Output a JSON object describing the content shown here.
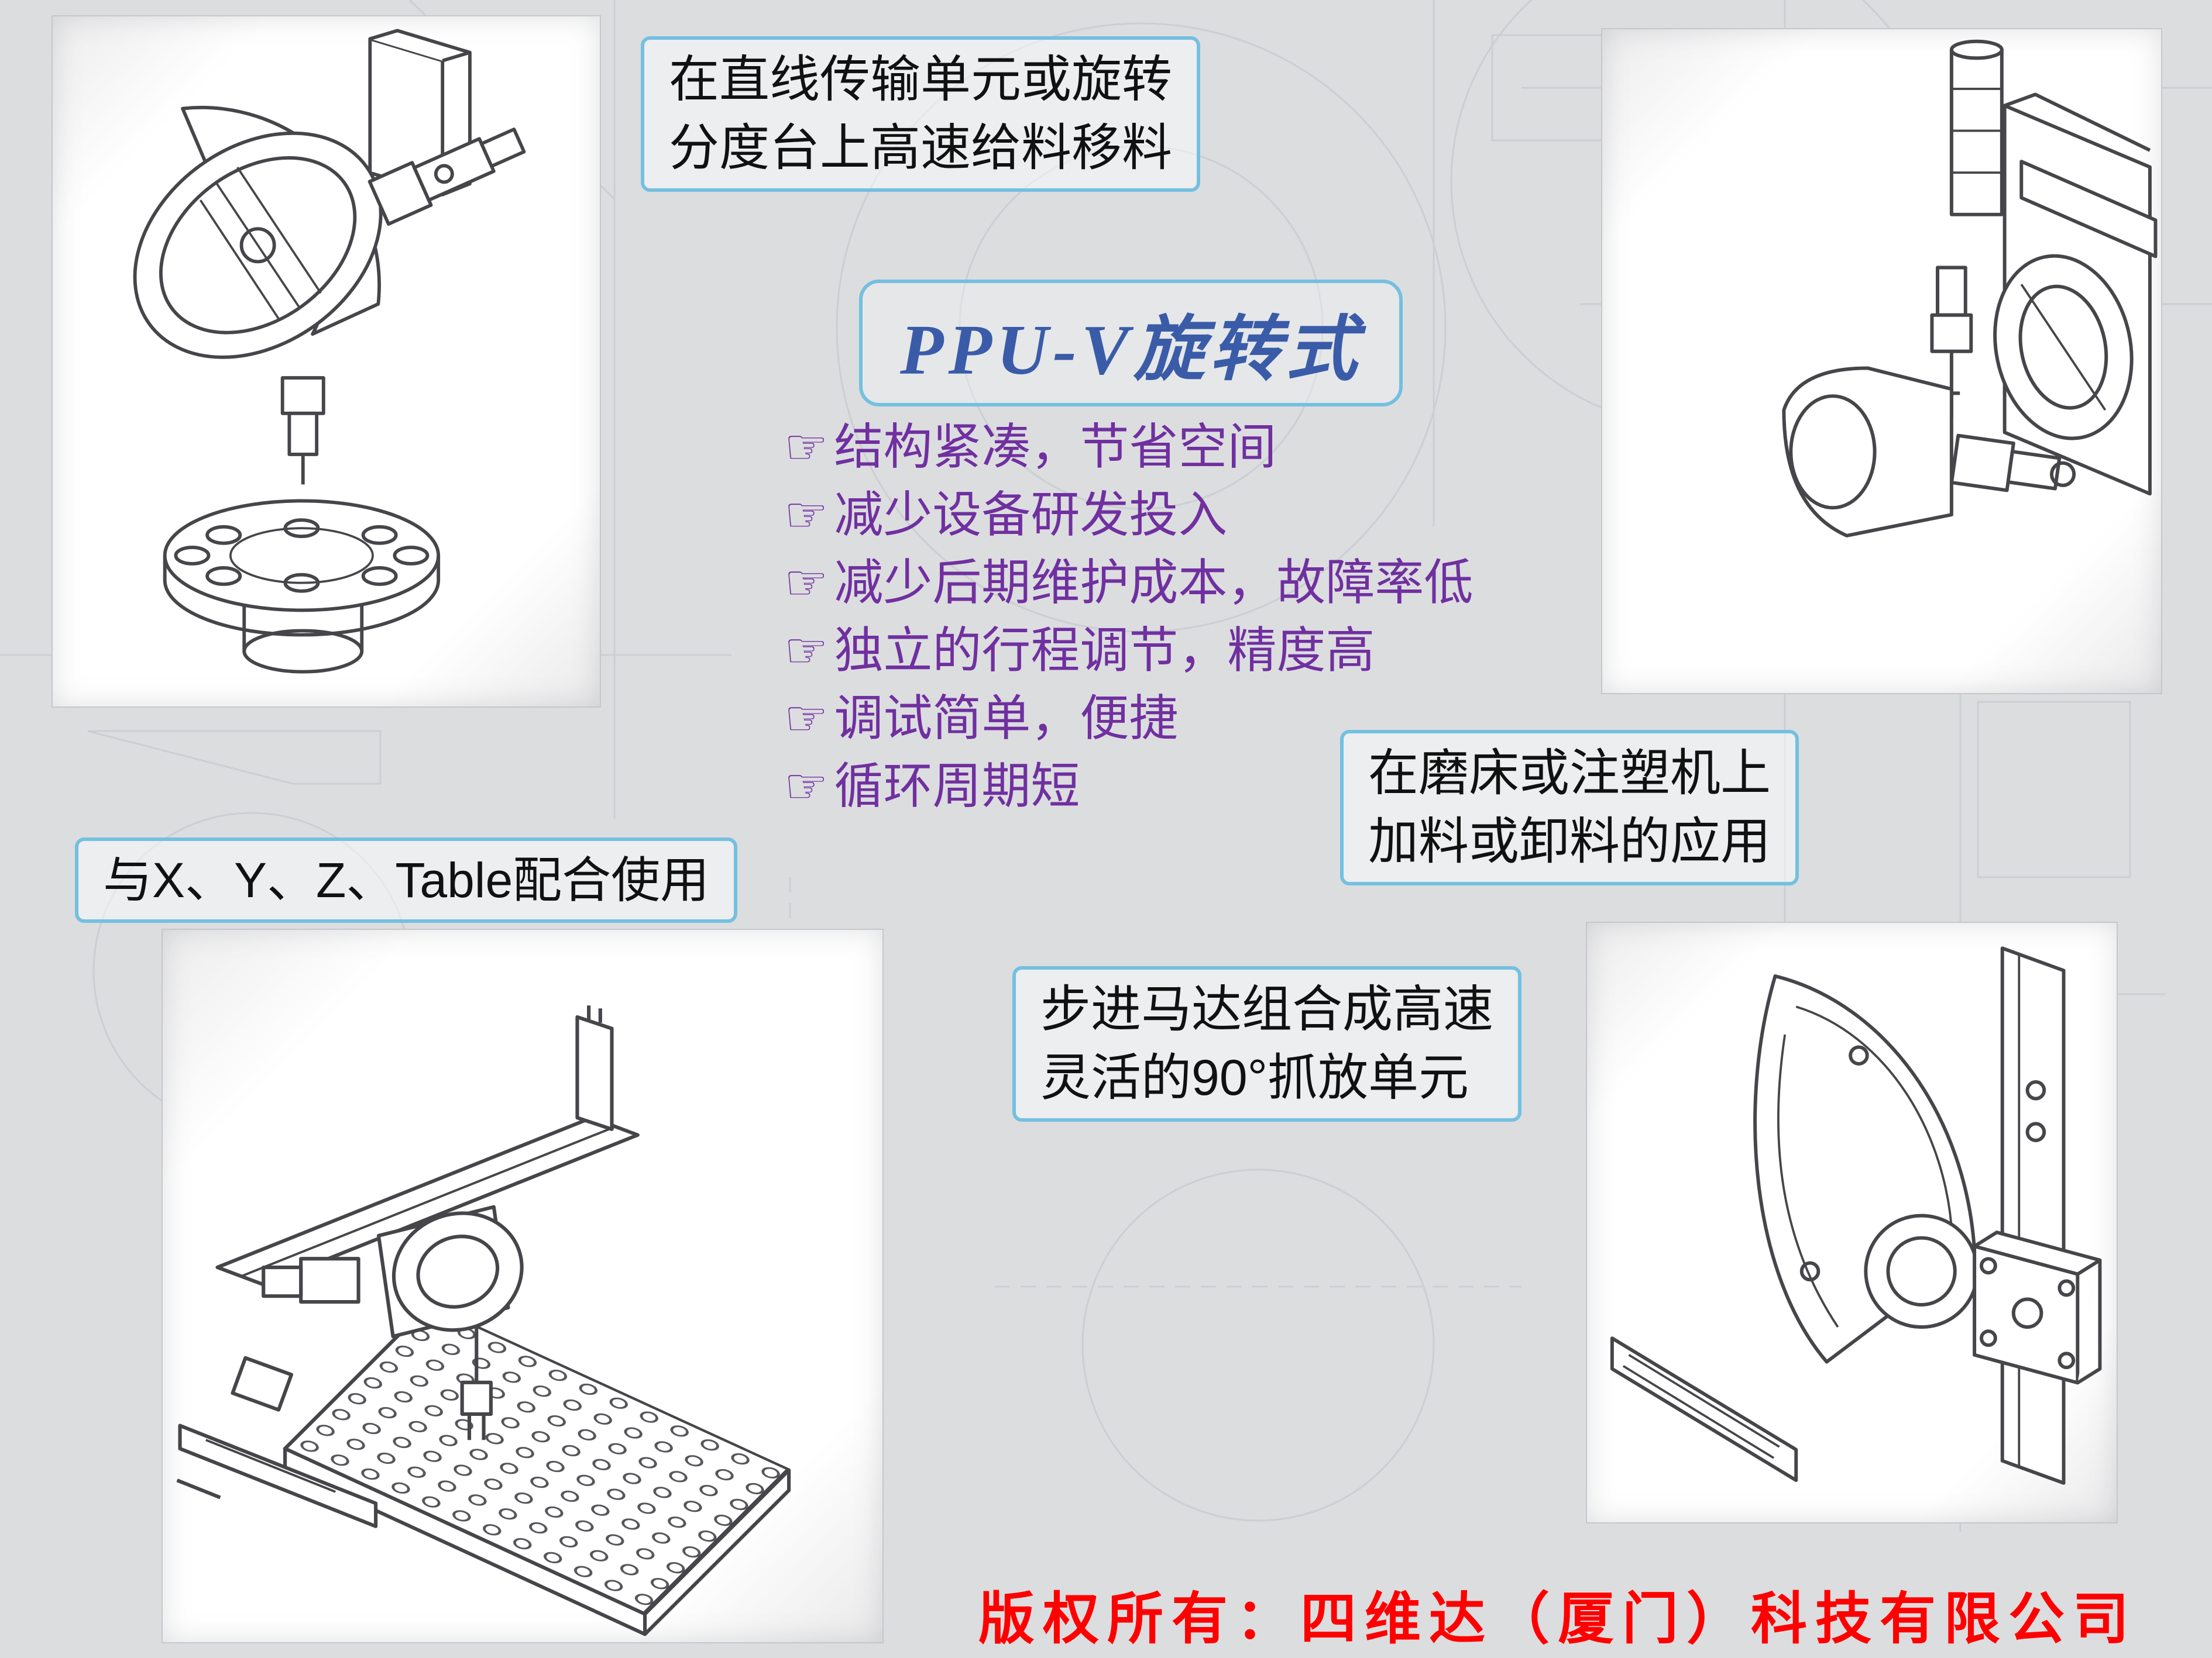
{
  "colors": {
    "background": "#dcdddf",
    "accent_border": "#74c0e0",
    "title_text": "#3a5ca8",
    "feature_text": "#7030a0",
    "callout_text": "#111111",
    "copyright_text": "#ff0000"
  },
  "title": {
    "label": "PPU-V旋转式"
  },
  "callout_top": {
    "line1": "在直线传输单元或旋转",
    "line2": "分度台上高速给料移料"
  },
  "callout_right": {
    "line1": "在磨床或注塑机上",
    "line2": "加料或卸料的应用"
  },
  "callout_left": {
    "label": "与X、Y、Z、Table配合使用"
  },
  "callout_bottom": {
    "line1": "步进马达组合成高速",
    "line2": "灵活的90°抓放单元"
  },
  "features": {
    "icon": "☞",
    "items": [
      "结构紧凑，节省空间",
      "减少设备研发投入",
      "减少后期维护成本，故障率低",
      "独立的行程调节，精度高",
      "调试简单，便捷",
      "循环周期短"
    ]
  },
  "footer": {
    "copyright": "版权所有：四维达（厦门）科技有限公司"
  }
}
